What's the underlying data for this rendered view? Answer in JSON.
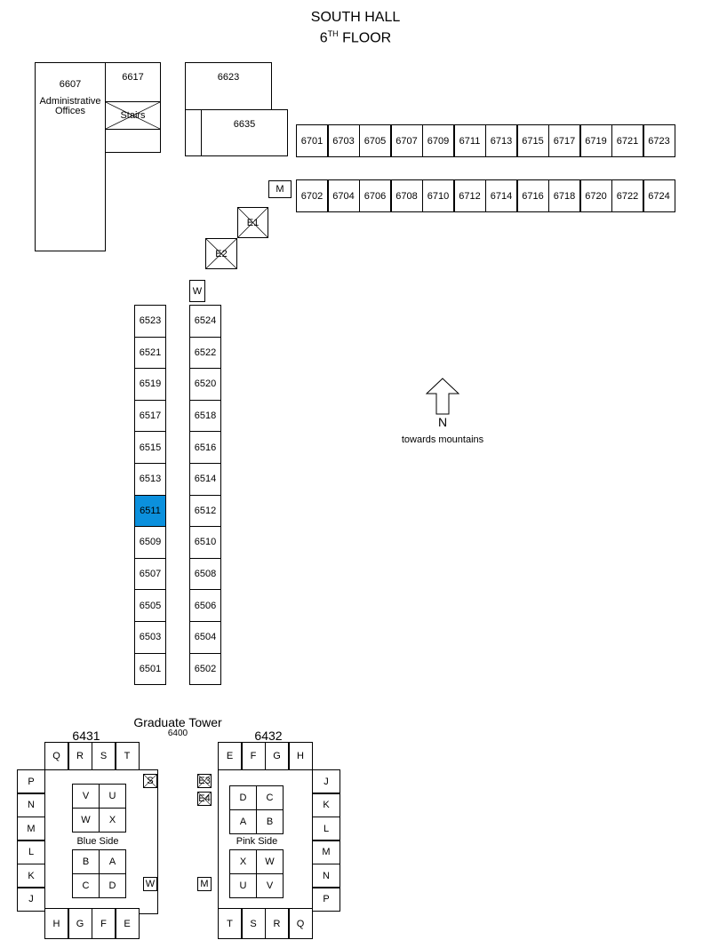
{
  "header": {
    "line1": "SOUTH HALL",
    "line2_main": "6",
    "line2_sup": "TH",
    "line2_rest": " FLOOR"
  },
  "admin": {
    "room": "6607",
    "label": "Administrative Offices"
  },
  "rooms_top_block": [
    "6617",
    "Stairs",
    "6623",
    "6635"
  ],
  "rooms_6700_odd": [
    "6701",
    "6703",
    "6705",
    "6707",
    "6709",
    "6711",
    "6713",
    "6715",
    "6717",
    "6719",
    "6721",
    "6723"
  ],
  "rooms_6700_even": [
    "6702",
    "6704",
    "6706",
    "6708",
    "6710",
    "6712",
    "6714",
    "6716",
    "6718",
    "6720",
    "6722",
    "6724"
  ],
  "markers": {
    "m": "M",
    "e1": "E1",
    "e2": "E2",
    "w": "W"
  },
  "rooms_6500_odd": [
    "6523",
    "6521",
    "6519",
    "6517",
    "6515",
    "6513",
    "6511",
    "6509",
    "6507",
    "6505",
    "6503",
    "6501"
  ],
  "rooms_6500_even": [
    "6524",
    "6522",
    "6520",
    "6518",
    "6516",
    "6514",
    "6512",
    "6510",
    "6508",
    "6506",
    "6504",
    "6502"
  ],
  "highlighted_room": "6511",
  "compass": {
    "letter": "N",
    "caption": "towards mountains"
  },
  "tower": {
    "title": "Graduate Tower",
    "number": "6400",
    "left": {
      "name": "6431",
      "top_row": [
        "Q",
        "R",
        "S",
        "T"
      ],
      "left_col": [
        "P",
        "N",
        "M",
        "L",
        "K",
        "J"
      ],
      "bottom_row": [
        "H",
        "G",
        "F",
        "E"
      ],
      "pod1": [
        "V",
        "U",
        "W",
        "X"
      ],
      "side_label": "Blue Side",
      "pod2": [
        "B",
        "A",
        "C",
        "D"
      ],
      "stairs": "S",
      "washroom": "W"
    },
    "right": {
      "name": "6432",
      "top_row": [
        "E",
        "F",
        "G",
        "H"
      ],
      "right_col": [
        "J",
        "K",
        "L",
        "M",
        "N",
        "P"
      ],
      "bottom_row": [
        "T",
        "S",
        "R",
        "Q"
      ],
      "pod1": [
        "D",
        "C",
        "A",
        "B"
      ],
      "side_label": "Pink Side",
      "pod2": [
        "X",
        "W",
        "U",
        "V"
      ],
      "e3": "E3",
      "e4": "E4",
      "mech": "M"
    }
  }
}
